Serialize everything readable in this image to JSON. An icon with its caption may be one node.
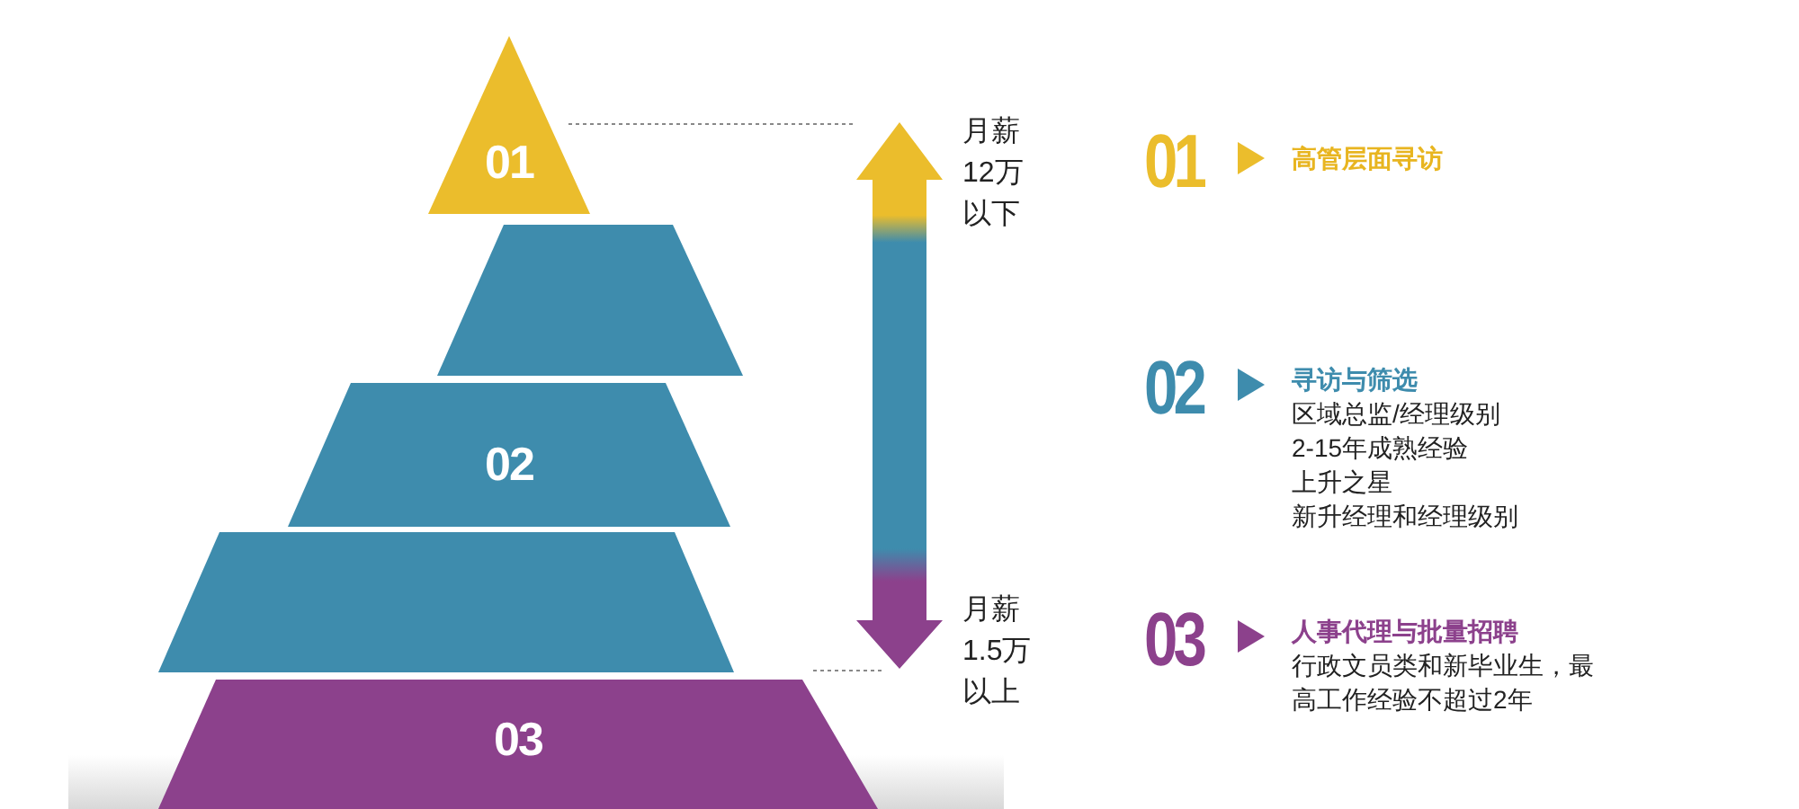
{
  "diagram": {
    "nodes": [
      {
        "text": [
          "01"
        ]
      },
      {
        "text": [],
        "shape": "trapezoid"
      },
      {
        "text": [
          "02"
        ]
      },
      {
        "text": [],
        "shape": "trapezoid"
      },
      {
        "text": [
          "03"
        ]
      }
    ],
    "edges": [],
    "labels": [
      "01",
      "高管层面寻访",
      "月薪12万以下",
      "02",
      "寻访与筛选",
      "区域总监/经理级别",
      "2-15年成熟经验",
      "上升之星",
      "新升经理和经理级别",
      "月薪1.5万以上",
      "03",
      "人事代理与批量招聘",
      "行政文员类和新毕业生，最高工作经验不超过2年"
    ]
  }
}
